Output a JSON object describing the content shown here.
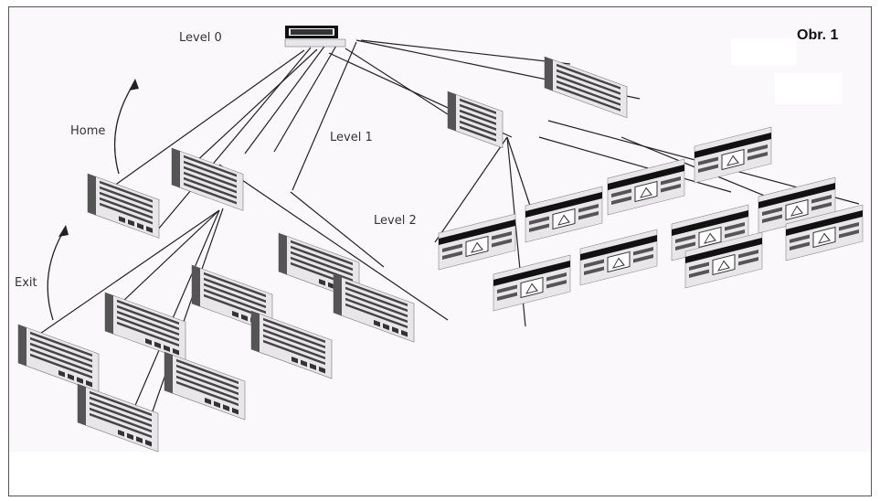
{
  "labels": {
    "figure": "Obr. 1",
    "level0": "Level 0",
    "level1": "Level 1",
    "level2": "Level 2",
    "home": "Home",
    "exit": "Exit"
  },
  "colors": {
    "background": "#fbf8fc",
    "line": "#222222",
    "screen_fill": "#e9e6ea",
    "menu_bar": "#555555",
    "header_bar": "#111111"
  },
  "structure": {
    "level0_screens": 1,
    "level1_screens": 3,
    "level2_left_screens": 10,
    "level2_right_screens": 10
  }
}
